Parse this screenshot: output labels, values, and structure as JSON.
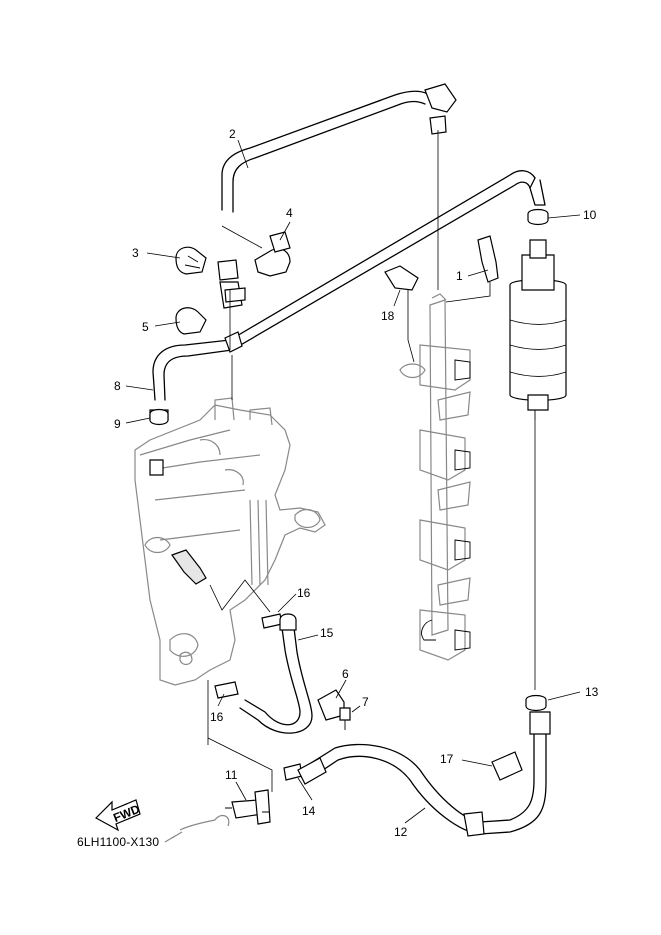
{
  "diagram_code": "6LH1100-X130",
  "fwd_label": "FWD",
  "callouts": {
    "c1": "1",
    "c2": "2",
    "c3": "3",
    "c4": "4",
    "c5": "5",
    "c6": "6",
    "c7": "7",
    "c8": "8",
    "c9": "9",
    "c10": "10",
    "c11": "11",
    "c12": "12",
    "c13": "13",
    "c14": "14",
    "c15": "15",
    "c16a": "16",
    "c16b": "16",
    "c17": "17",
    "c18": "18"
  }
}
